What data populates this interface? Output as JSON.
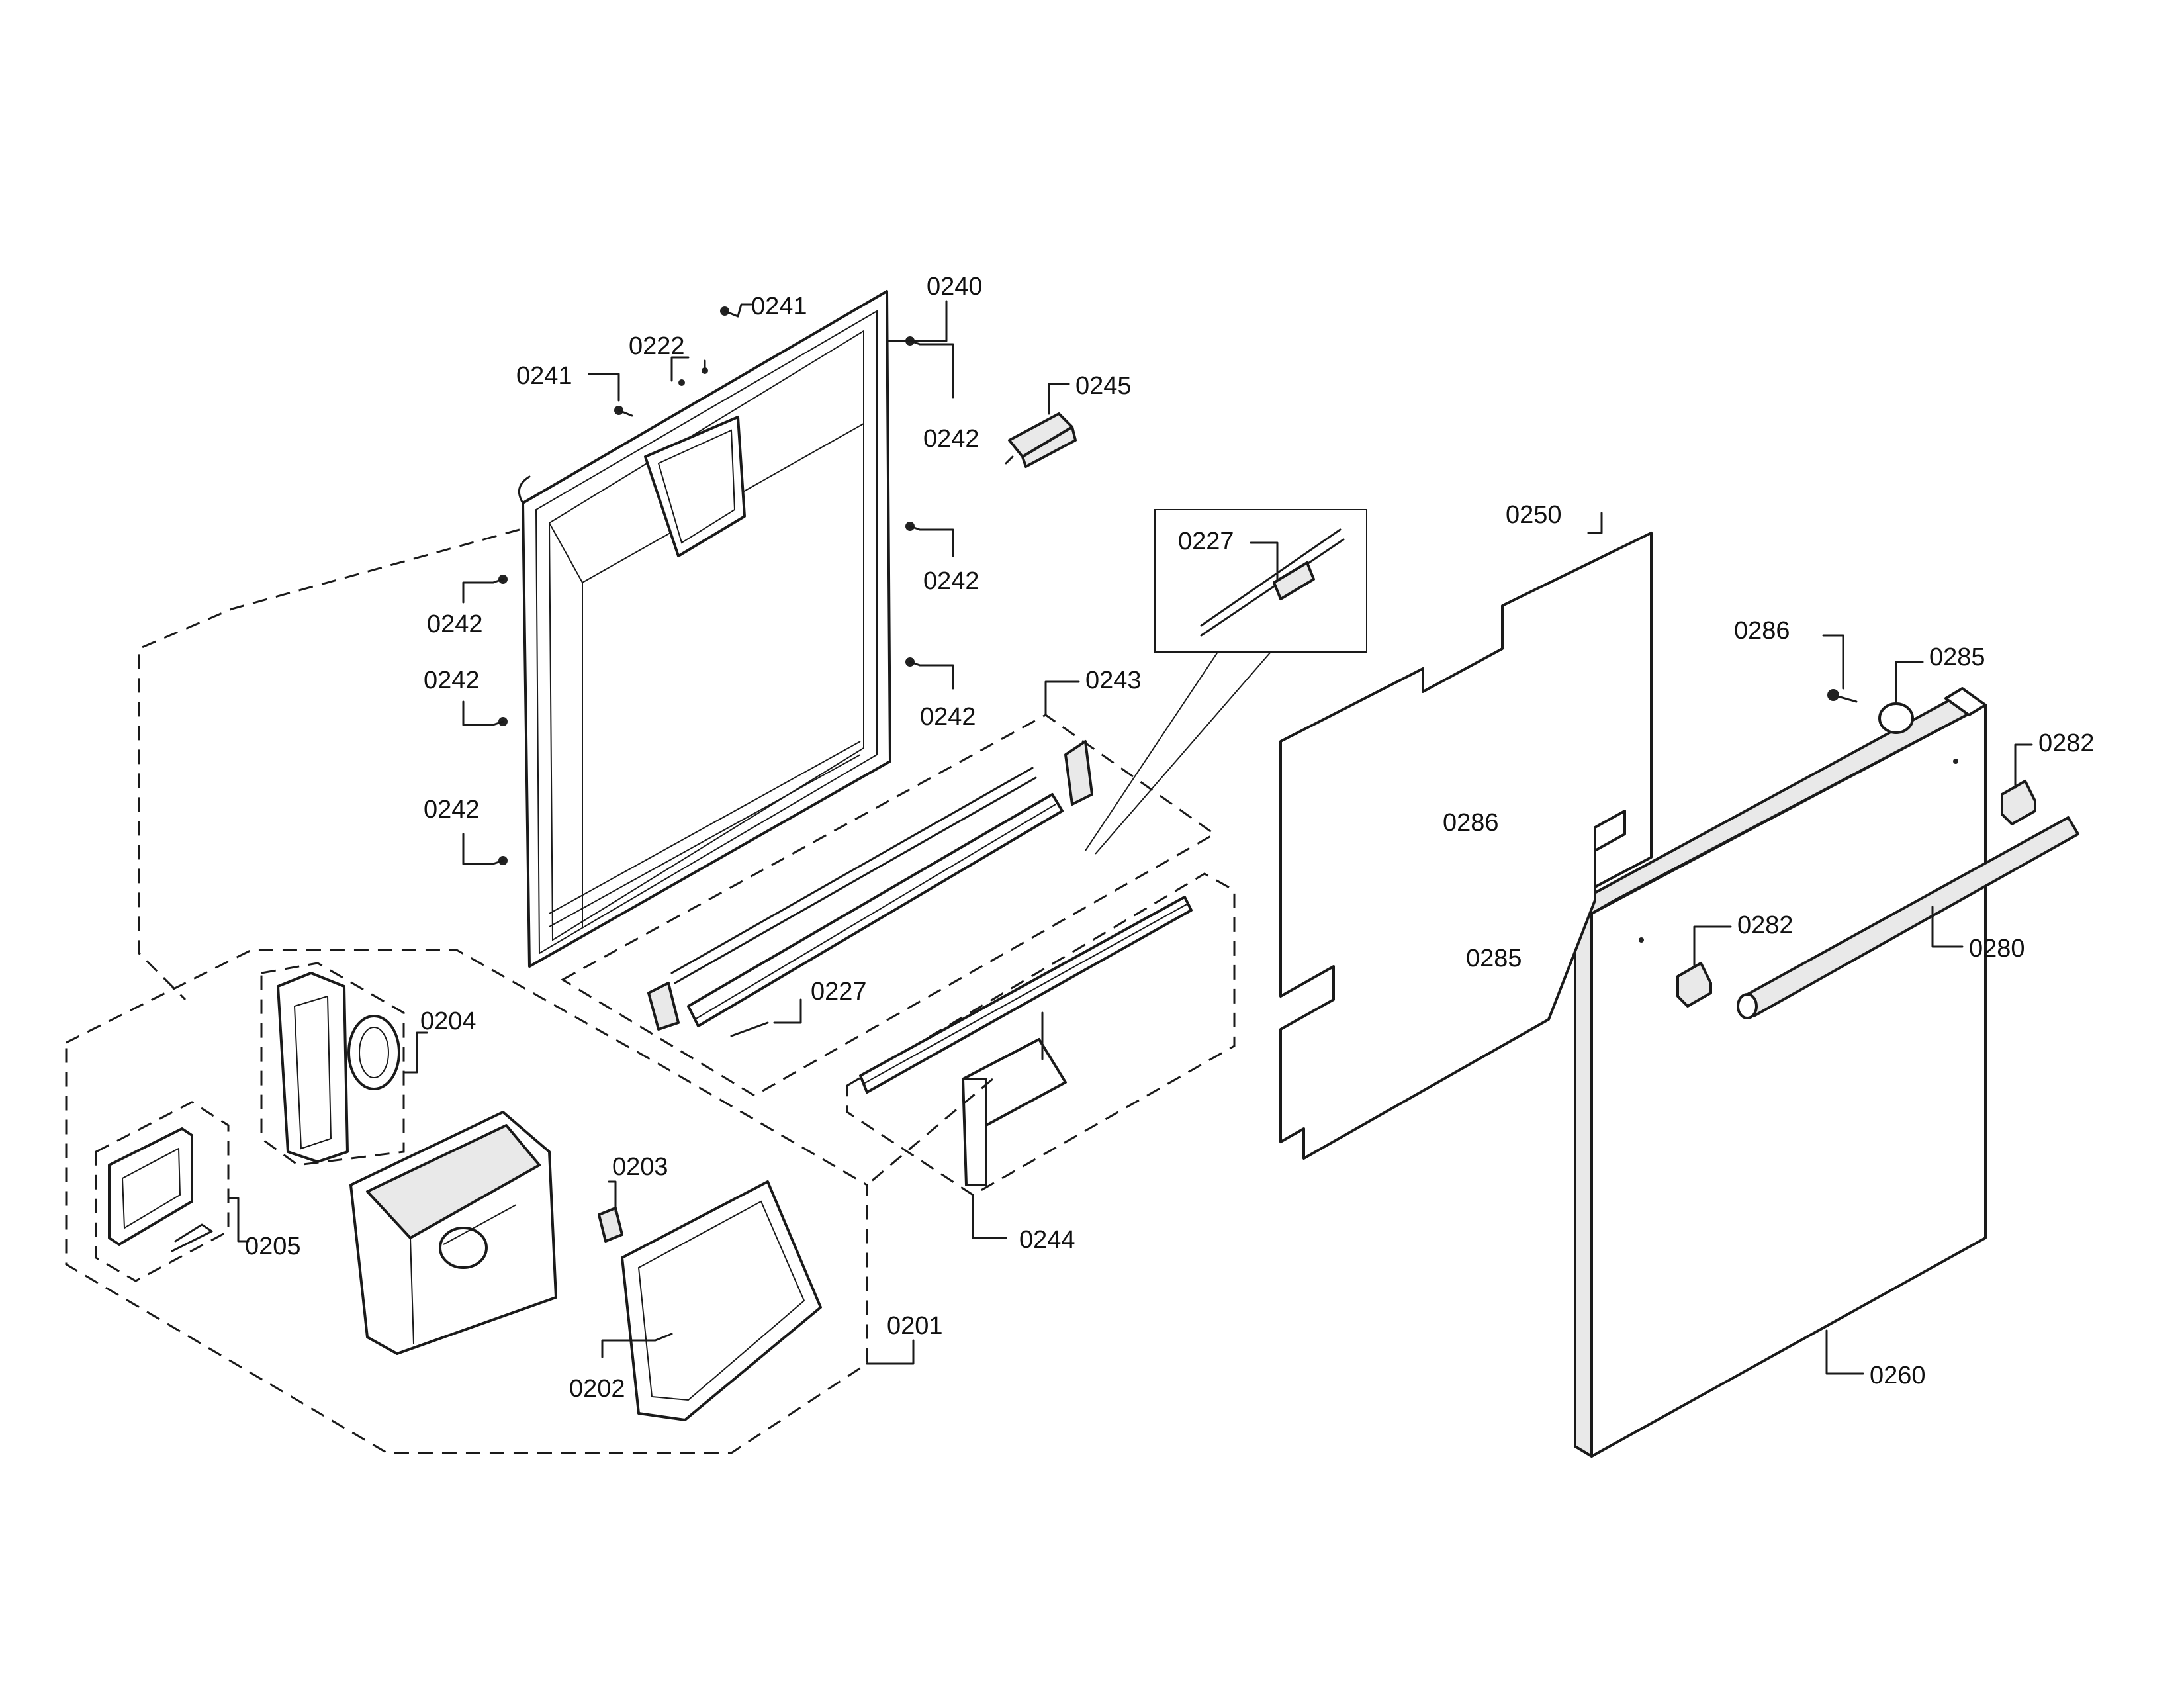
{
  "labels": {
    "l0240": "0240",
    "l0241a": "0241",
    "l0241b": "0241",
    "l0222": "0222",
    "l0245": "0245",
    "l0242a": "0242",
    "l0242b": "0242",
    "l0242c": "0242",
    "l0242d": "0242",
    "l0242e": "0242",
    "l0242f": "0242",
    "l0227a": "0227",
    "l0227b": "0227",
    "l0243": "0243",
    "l0250": "0250",
    "l0286a": "0286",
    "l0286b": "0286",
    "l0285a": "0285",
    "l0285b": "0285",
    "l0282a": "0282",
    "l0282b": "0282",
    "l0280": "0280",
    "l0260": "0260",
    "l0244": "0244",
    "l0204": "0204",
    "l0205": "0205",
    "l0203": "0203",
    "l0202": "0202",
    "l0201": "0201"
  }
}
